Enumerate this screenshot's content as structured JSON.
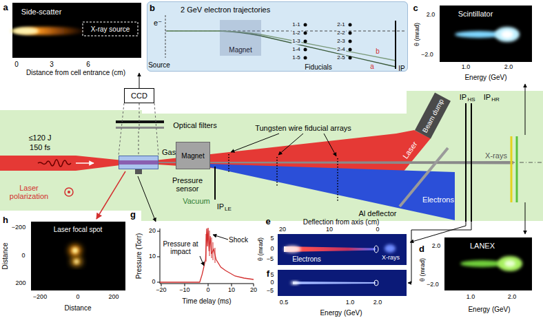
{
  "diagram": {
    "nodes": [
      {
        "text": [
          "CCD"
        ]
      },
      {
        "text": [
          "Gas cell"
        ]
      },
      {
        "text": [
          "Magnet"
        ]
      },
      {
        "text": [
          "Beam dump"
        ]
      },
      {
        "text": [
          "2 GeV electron trajectories"
        ]
      },
      {
        "text": [
          "Magnet"
        ],
        "in": 4
      }
    ],
    "edges": [
      {
        "from": 0,
        "to": 1,
        "arrow": "none"
      }
    ],
    "labels": [
      "a",
      "Side-scatter",
      "X-ray source",
      "0",
      "3",
      "6",
      "Distance from cell entrance (cm)",
      "b",
      "e⁻",
      "Source",
      "1-1",
      "1-2",
      "1-3",
      "1-4",
      "1-5",
      "2-1",
      "2-2",
      "2-3",
      "2-4",
      "2-5",
      "Fiducials",
      "b",
      "a",
      "IP",
      "c",
      "Scintillator",
      "2.0",
      "−2.0",
      "θ (mrad)",
      "1.0",
      "2.0",
      "Energy (GeV)",
      "≤120 J",
      "150 fs",
      "Laser polarization",
      "Optical filters",
      "Pressure sensor",
      "Vacuum",
      "Tungsten wire fiducial arrays",
      "IP",
      "LE",
      "Laser",
      "IP",
      "HS",
      "IP",
      "HR",
      "X-rays",
      "Electrons",
      "Al deflector",
      "d",
      "LANEX",
      "2.0",
      "−2.0",
      "θ (mrad)",
      "1.0",
      "2.0",
      "Energy (GeV)",
      "e",
      "Deflection from axis (cm)",
      "20",
      "10",
      "0",
      "5",
      "0",
      "−5",
      "θ (mrad)",
      "Electrons",
      "X-rays",
      "f",
      "5",
      "0",
      "−5",
      "0.5",
      "1.0",
      "2.0",
      "Energy (GeV)",
      "g",
      "Pressure (Torr)",
      "20",
      "10",
      "0",
      "Pressure at impact",
      "Shock",
      "−20",
      "−10",
      "0",
      "10",
      "20",
      "Time delay (ms)",
      "h",
      "Laser focal spot",
      "−200",
      "0",
      "200",
      "Distance",
      "−200",
      "0",
      "200",
      "Distance"
    ]
  }
}
